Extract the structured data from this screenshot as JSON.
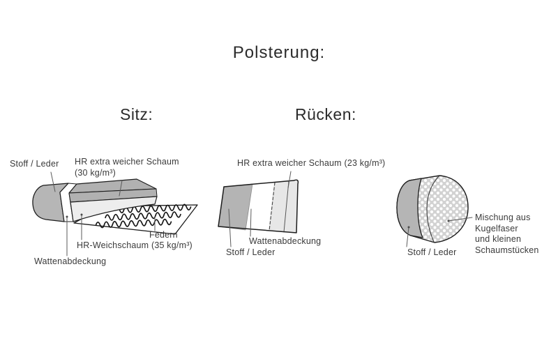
{
  "page": {
    "title": "Polsterung:"
  },
  "sections": {
    "sitz": {
      "heading": "Sitz:"
    },
    "ruecken": {
      "heading": "Rücken:"
    }
  },
  "seat_diagram": {
    "labels": {
      "cover": "Stoff / Leder",
      "foam_line1": "HR extra weicher Schaum",
      "foam_line2": "(30 kg/m³)",
      "springs": "Federn",
      "soft_foam": "HR-Weichschaum (35 kg/m³)",
      "wadding": "Wattenabdeckung"
    }
  },
  "back_panel_diagram": {
    "labels": {
      "foam": "HR extra weicher Schaum (23 kg/m³)",
      "wadding": "Wattenabdeckung",
      "cover": "Stoff / Leder"
    }
  },
  "back_roll_diagram": {
    "labels": {
      "filling_lines": [
        "Mischung aus",
        "Kugelfaser",
        "und kleinen",
        "Schaumstücken"
      ],
      "cover": "Stoff / Leder"
    }
  },
  "colors": {
    "outline": "#1c1c1c",
    "cover_gray": "#b5b5b5",
    "foam_top_gray": "#b1b1b1",
    "foam_light": "#ededed",
    "panel_light": "#e7e7e7",
    "dots_background": "#d2d2d2",
    "dots": "#ffffff",
    "leader_line": "#5a5a5a",
    "text": "#3a3a3a"
  }
}
